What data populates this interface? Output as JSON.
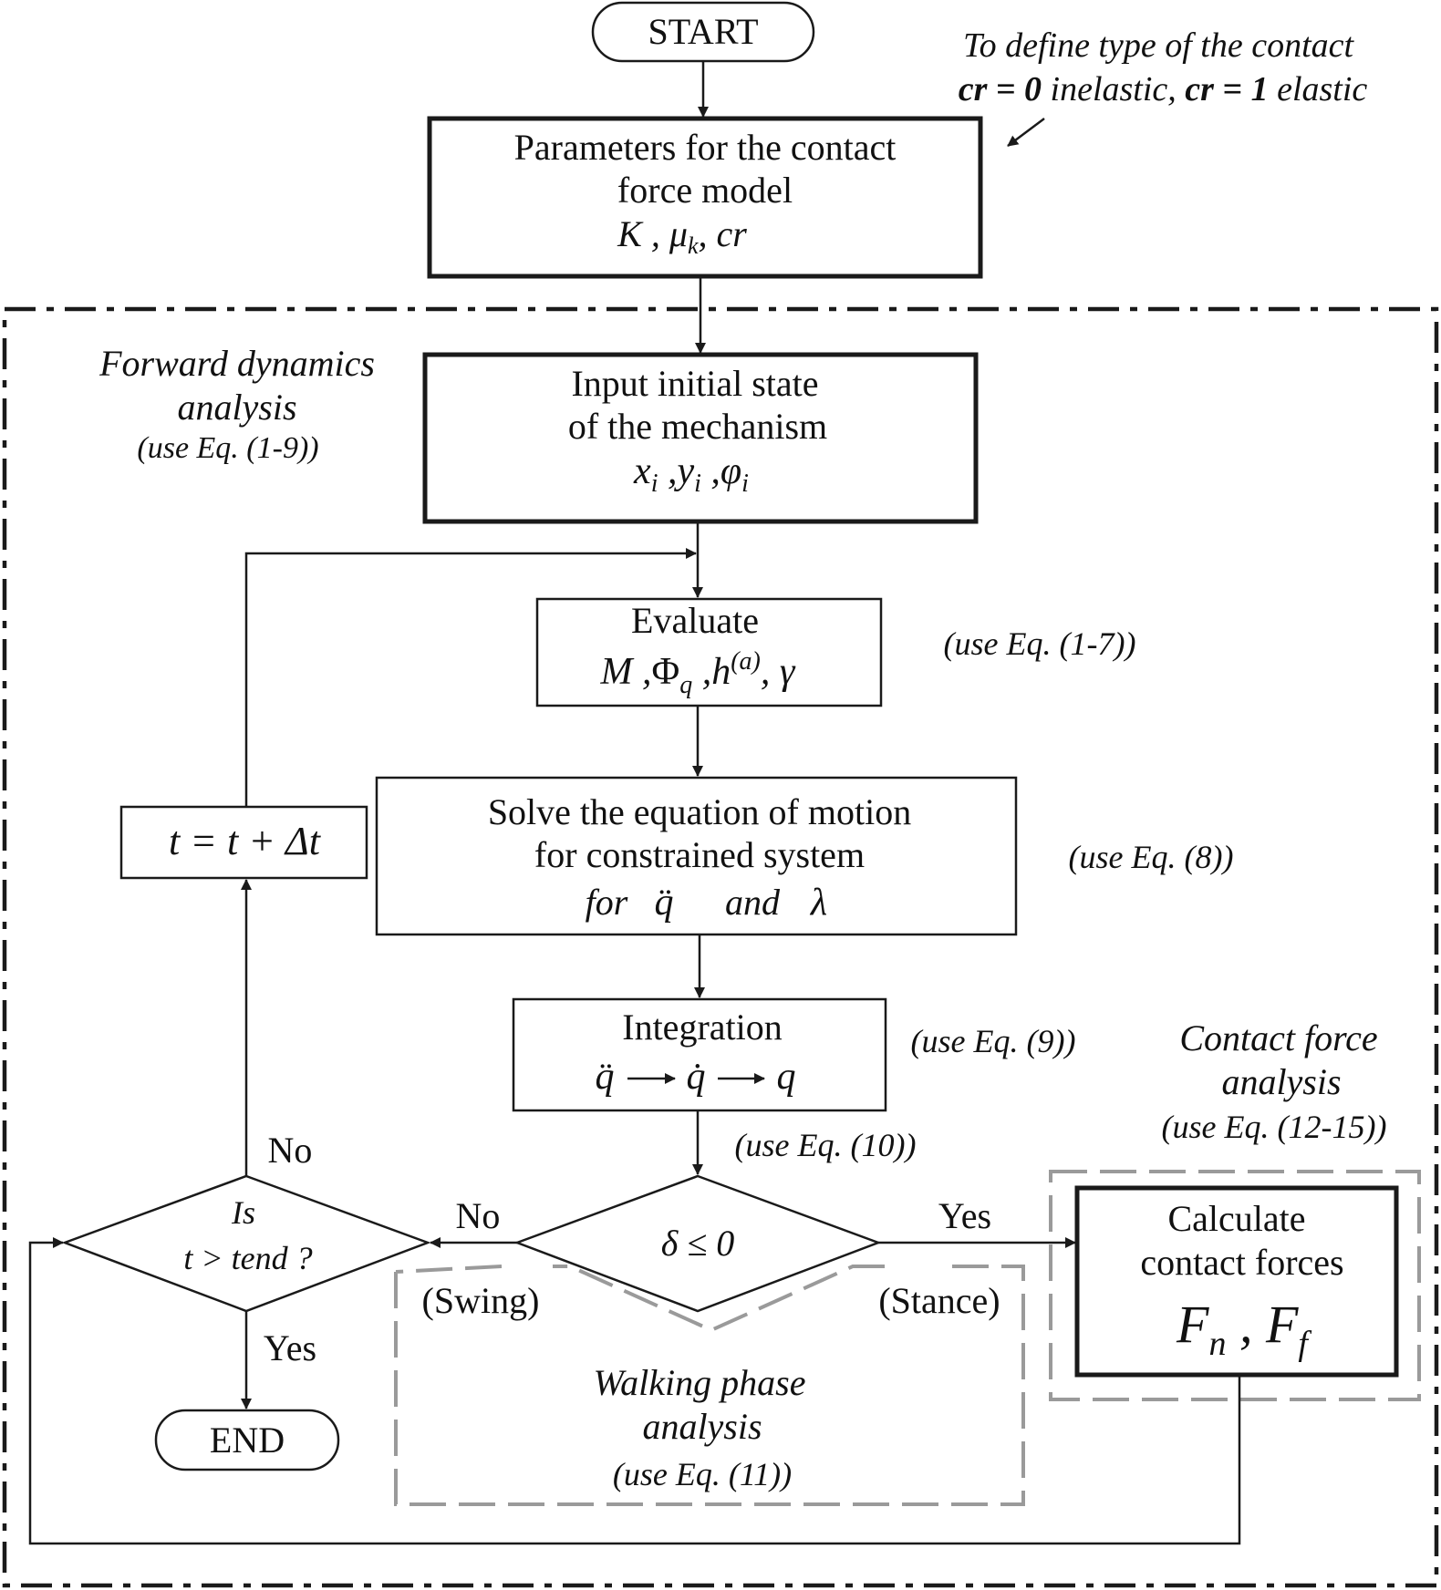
{
  "colors": {
    "ink": "#1a1a1a",
    "grey_dash": "#9a9a9a",
    "background": "#ffffff"
  },
  "start": {
    "label": "START"
  },
  "end": {
    "label": "END"
  },
  "contact_type_note": {
    "line1": "To define type of the contact",
    "cr0_bold": "cr = 0",
    "cr0_text": " inelastic, ",
    "cr1_bold": "cr = 1",
    "cr1_text": " elastic"
  },
  "params_box": {
    "line1": "Parameters for the contact",
    "line2": "force model",
    "K": "K",
    "mu": "μ",
    "mu_sub": "k",
    "cr": "cr"
  },
  "forward_dynamics": {
    "line1": "Forward dynamics",
    "line2": "analysis",
    "eq": "(use Eq. (1-9))"
  },
  "input_box": {
    "line1": "Input initial state",
    "line2": "of the mechanism",
    "x": "x",
    "y": "y",
    "phi": "φ",
    "sub": "i"
  },
  "evaluate_box": {
    "line1": "Evaluate",
    "M": "M",
    "Phi": "Φ",
    "Phi_sub": "q",
    "h": "h",
    "h_sup": "(a)",
    "gamma": "γ",
    "eq": "(use Eq. (1-7))"
  },
  "solve_box": {
    "line1": "Solve the equation of motion",
    "line2": "for constrained system",
    "for": "for",
    "qdd": "q̈",
    "and": "and",
    "lambda": "λ",
    "eq": "(use Eq. (8))"
  },
  "time_box": {
    "label": "t = t + Δt"
  },
  "integration_box": {
    "line1": "Integration",
    "qdd": "q̈",
    "qd": "q̇",
    "q": "q",
    "eq": "(use Eq. (9))"
  },
  "delta_eq": "(use Eq. (10))",
  "delta_diamond": {
    "label": "δ ≤ 0"
  },
  "time_diamond": {
    "line1": "Is",
    "line2": "t > tend ?"
  },
  "labels": {
    "no_top": "No",
    "no_left": "No",
    "yes_right": "Yes",
    "yes_down": "Yes",
    "swing": "(Swing)",
    "stance": "(Stance)"
  },
  "walking_phase": {
    "line1": "Walking phase",
    "line2": "analysis",
    "eq": "(use Eq. (11))"
  },
  "contact_force_analysis": {
    "line1": "Contact force",
    "line2": "analysis",
    "eq": "(use Eq. (12-15))"
  },
  "calc_box": {
    "line1": "Calculate",
    "line2": "contact forces",
    "F": "F",
    "n": "n",
    "f": "f"
  }
}
